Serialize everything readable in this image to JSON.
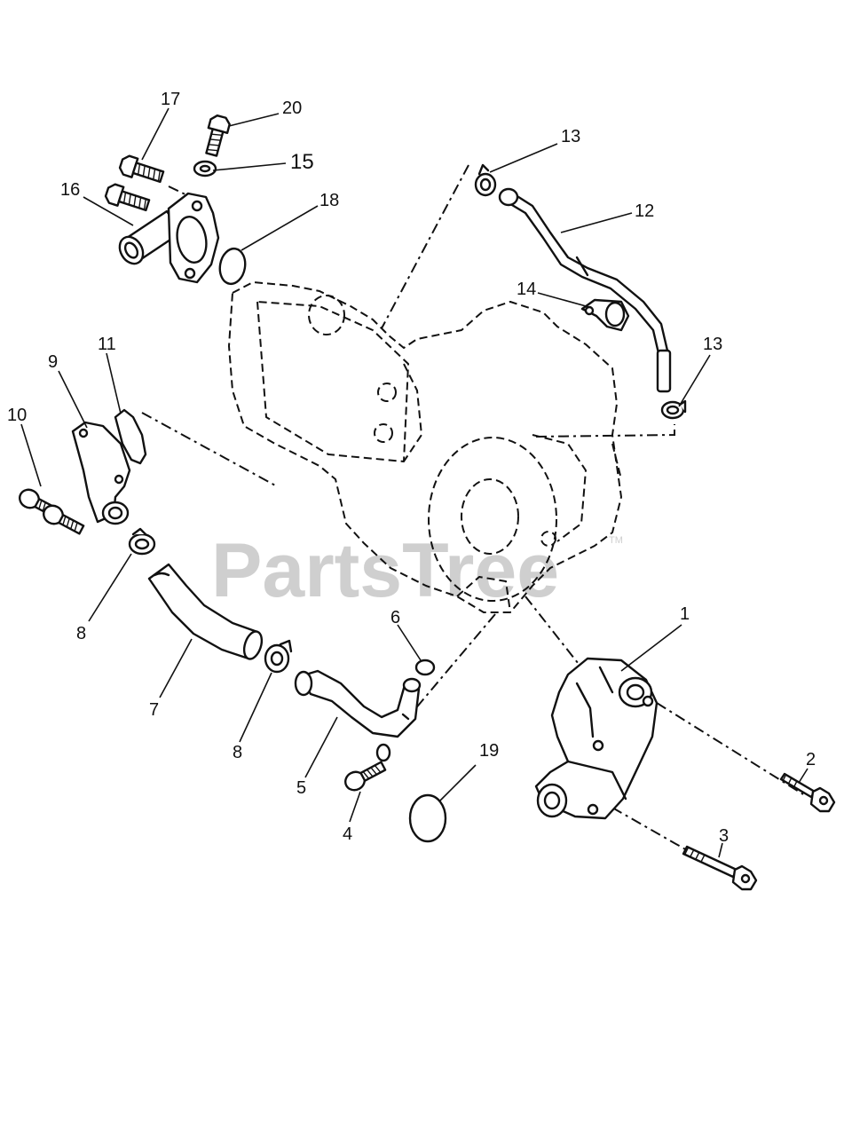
{
  "watermark": {
    "brand": "PartsTree",
    "trademark": "TM"
  },
  "callouts": {
    "p1": "1",
    "p2": "2",
    "p3": "3",
    "p4": "4",
    "p5": "5",
    "p6": "6",
    "p7": "7",
    "p8a": "8",
    "p8b": "8",
    "p9": "9",
    "p10": "10",
    "p11": "11",
    "p12": "12",
    "p13a": "13",
    "p13b": "13",
    "p14": "14",
    "p15": "15",
    "p16": "16",
    "p17": "17",
    "p18": "18",
    "p19": "19",
    "p20": "20"
  },
  "colors": {
    "line": "#111111",
    "watermark": "#cfcfcf",
    "background": "#ffffff"
  }
}
